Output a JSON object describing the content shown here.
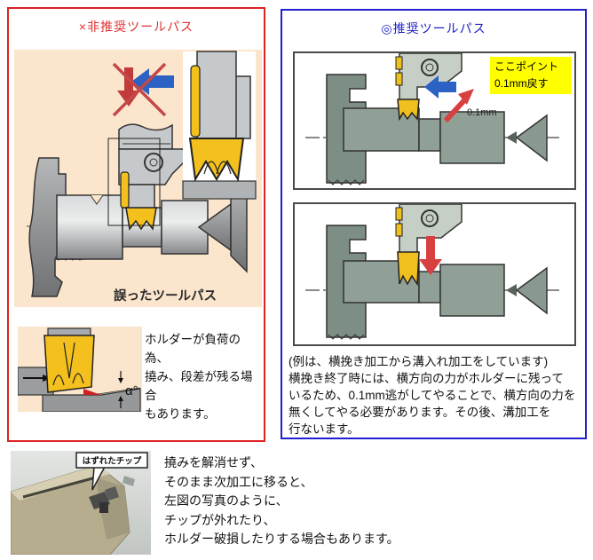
{
  "left_panel": {
    "title": "×非推奨ツールパス",
    "main_caption": "誤ったツールパス",
    "alpha_label": "α°",
    "note_lines": [
      "ホルダーが負荷の為、",
      "撓み、段差が残る場合",
      "もあります。"
    ],
    "border_color": "#dd2222"
  },
  "right_panel": {
    "title": "◎推奨ツールパス",
    "callout": {
      "line1": "ここポイント",
      "line2": "0.1mm戻す",
      "background": "#ffff00"
    },
    "distance_label": "0.1mm",
    "description_lines": [
      "(例は、横挽き加工から溝入れ加工をしています)",
      "横挽き終了時には、横方向の力がホルダーに残って",
      "いるため、0.1mm逃がしてやることで、横方向の力を",
      "無くしてやる必要があります。その後、溝加工を",
      "行ないます。"
    ],
    "border_color": "#2020cc"
  },
  "bottom_section": {
    "photo_callout": "はずれたチップ",
    "text_lines": [
      "撓みを解消せず、",
      "そのまま次加工に移ると、",
      "左図の写真のように、",
      "チップが外れたり、",
      "ホルダー破損したりする場合もあります。"
    ]
  },
  "colors": {
    "not_recommended_red": "#e03030",
    "recommended_blue": "#2020cc",
    "diagram_background_peach": "#fbe5cd",
    "insert_yellow": "#f3c01d",
    "feed_arrow_blue": "#2b62c4",
    "retract_arrow_red": "#d84040",
    "workpiece_green_gray": "#91a096"
  }
}
